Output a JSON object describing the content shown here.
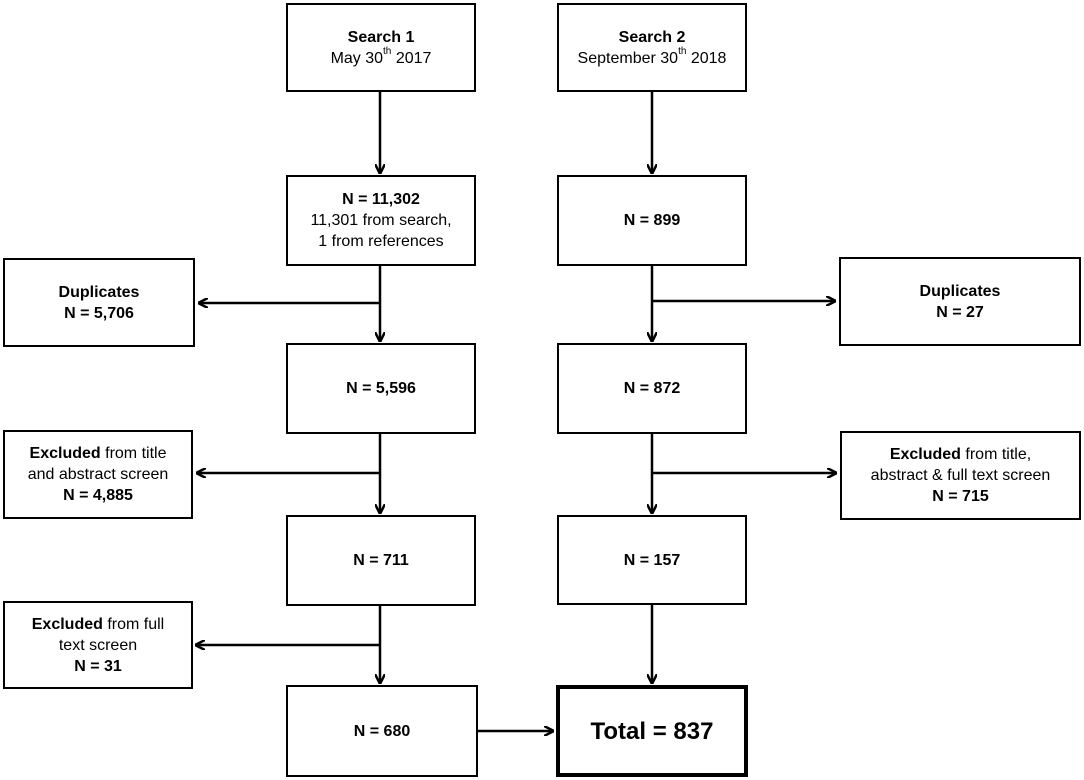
{
  "search1": {
    "title": "Search 1",
    "date_prefix": "May 30",
    "date_sup": "th",
    "date_suffix": " 2017"
  },
  "search2": {
    "title": "Search 2",
    "date_prefix": "September 30",
    "date_sup": "th",
    "date_suffix": " 2018"
  },
  "left": {
    "n_total": "N = 11,302",
    "n_total_detail_1": "11,301 from search,",
    "n_total_detail_2": "1 from references",
    "duplicates_title": "Duplicates",
    "duplicates_n": "N = 5,706",
    "after_duplicates": "N = 5,596",
    "excluded_ta_bold": "Excluded",
    "excluded_ta_text_1": " from title",
    "excluded_ta_text_2": "and abstract screen",
    "excluded_ta_n": "N = 4,885",
    "after_ta": "N = 711",
    "excluded_ft_bold": "Excluded",
    "excluded_ft_text_1": " from full",
    "excluded_ft_text_2": "text screen",
    "excluded_ft_n": "N = 31",
    "final": "N = 680"
  },
  "right": {
    "n_total": "N = 899",
    "duplicates_title": "Duplicates",
    "duplicates_n": "N = 27",
    "after_duplicates": "N = 872",
    "excluded_bold": "Excluded",
    "excluded_text_1": " from title,",
    "excluded_text_2": "abstract & full text screen",
    "excluded_n": "N = 715",
    "after_excluded": "N = 157"
  },
  "total": "Total = 837"
}
